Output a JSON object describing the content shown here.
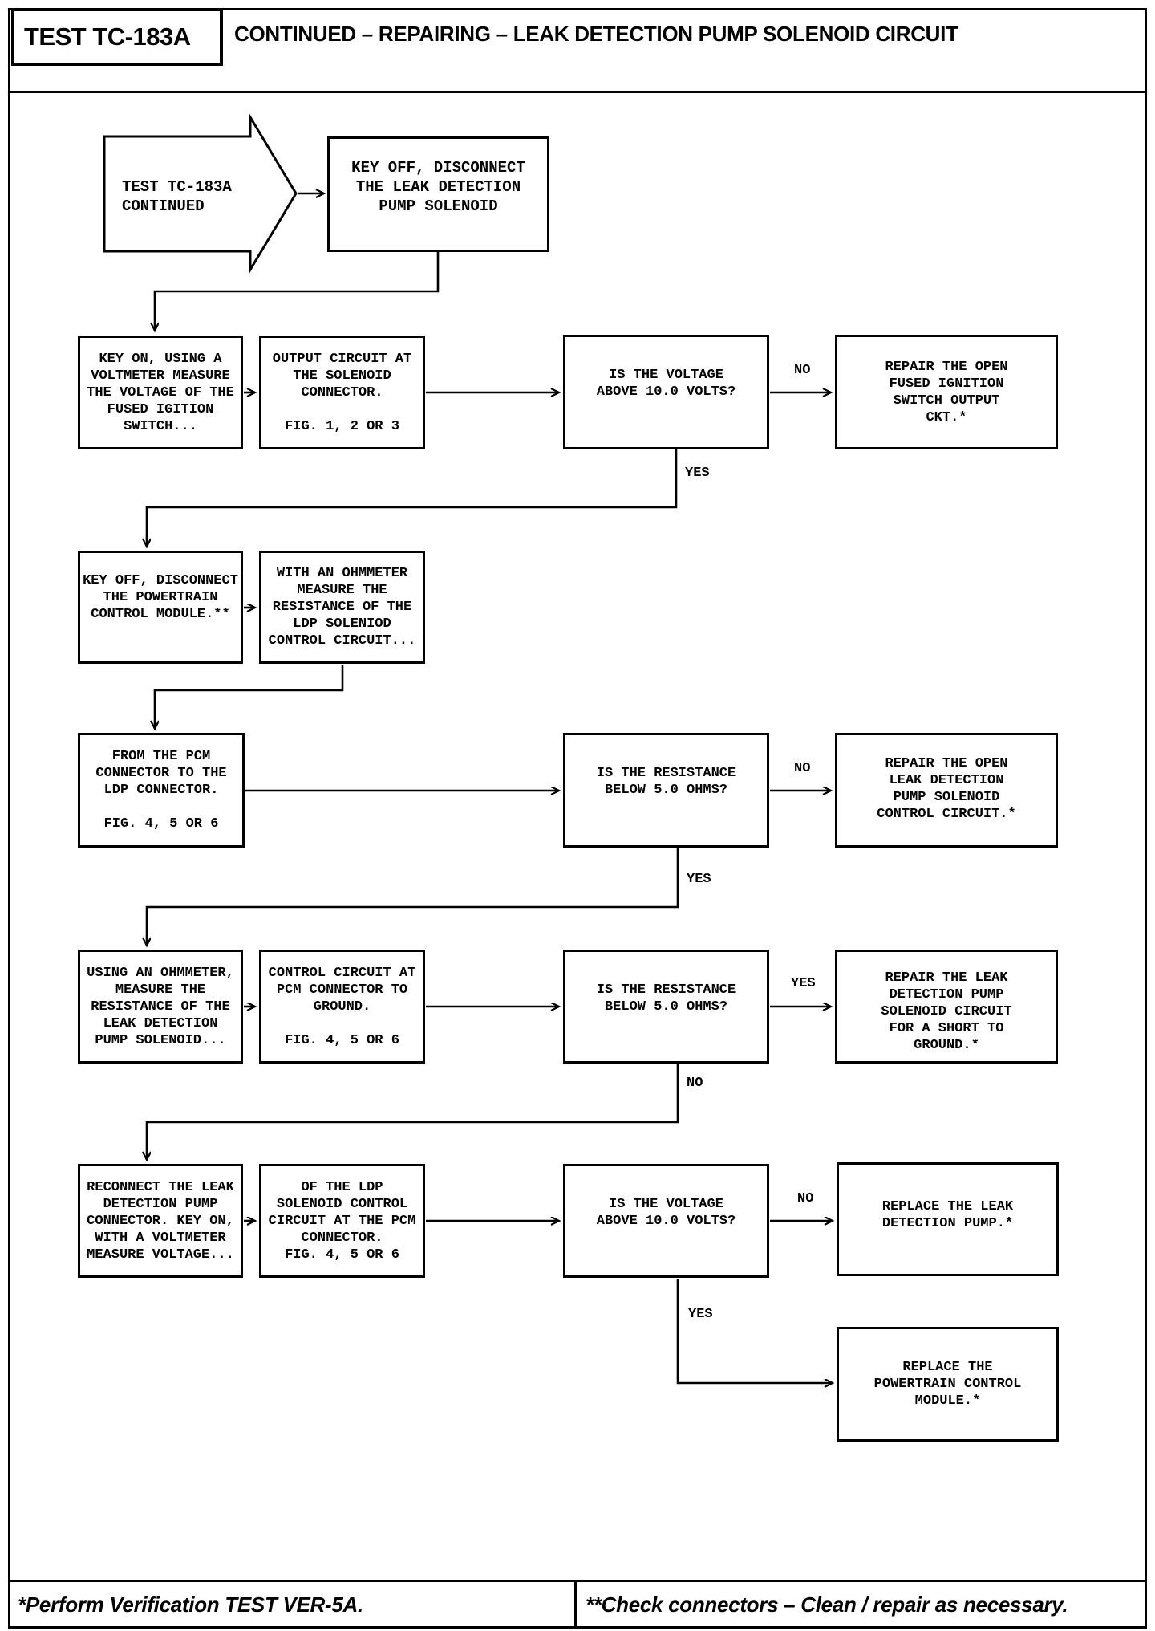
{
  "header": {
    "test_id": "TEST TC-183A",
    "title": "CONTINUED – REPAIRING – LEAK DETECTION PUMP SOLENOID CIRCUIT"
  },
  "flowchart": {
    "labels": {
      "yes": "YES",
      "no": "NO"
    },
    "nodes": {
      "start": "TEST TC-183A\nCONTINUED",
      "disconnect_ldp": "KEY OFF, DISCONNECT\nTHE LEAK DETECTION\nPUMP SOLENOID",
      "measure_ignition_voltage": "KEY ON, USING A\nVOLTMETER MEASURE\nTHE VOLTAGE OF THE\nFUSED IGITION\nSWITCH...",
      "output_circuit": "OUTPUT CIRCUIT AT\nTHE SOLENOID\nCONNECTOR.\n\nFIG. 1, 2 OR 3",
      "voltage_above_10_first": "IS THE VOLTAGE\nABOVE 10.0 VOLTS?",
      "repair_ignition_ckt": "REPAIR THE OPEN\nFUSED IGNITION\nSWITCH OUTPUT\nCKT.*",
      "disconnect_pcm": "KEY OFF, DISCONNECT\nTHE POWERTRAIN\nCONTROL MODULE.**",
      "ohmmeter_ldp_control": "WITH AN OHMMETER\nMEASURE THE\nRESISTANCE OF THE\nLDP SOLENIOD\nCONTROL CIRCUIT...",
      "pcm_to_ldp": "FROM THE PCM\nCONNECTOR TO THE\nLDP CONNECTOR.\n\nFIG. 4, 5 OR 6",
      "resistance_below_5_first": "IS THE RESISTANCE\nBELOW 5.0 OHMS?",
      "repair_open_control_circuit": "REPAIR THE OPEN\nLEAK DETECTION\nPUMP SOLENOID\nCONTROL CIRCUIT.*",
      "ohmmeter_pump_solenoid": "USING AN OHMMETER,\nMEASURE THE\nRESISTANCE OF THE\nLEAK DETECTION\nPUMP SOLENOID...",
      "control_circuit_to_ground": "CONTROL CIRCUIT AT\nPCM CONNECTOR TO\nGROUND.\n\nFIG. 4, 5 OR 6",
      "resistance_below_5_second": "IS THE RESISTANCE\nBELOW 5.0 OHMS?",
      "repair_short_to_ground": "REPAIR THE LEAK\nDETECTION PUMP\nSOLENOID CIRCUIT\nFOR A SHORT TO\nGROUND.*",
      "reconnect_ldp": "RECONNECT THE LEAK\nDETECTION PUMP\nCONNECTOR. KEY ON,\nWITH A VOLTMETER\nMEASURE VOLTAGE...",
      "ldp_control_at_pcm": "OF THE LDP\nSOLENOID CONTROL\nCIRCUIT AT THE PCM\nCONNECTOR.\nFIG. 4, 5 OR 6",
      "voltage_above_10_second": "IS THE VOLTAGE\nABOVE 10.0 VOLTS?",
      "replace_ldp": "REPLACE THE LEAK\nDETECTION PUMP.*",
      "replace_pcm": "REPLACE THE\nPOWERTRAIN CONTROL\nMODULE.*"
    }
  },
  "footer": {
    "left_note": "*Perform Verification TEST VER-5A.",
    "right_note": "**Check connectors – Clean / repair as necessary."
  }
}
